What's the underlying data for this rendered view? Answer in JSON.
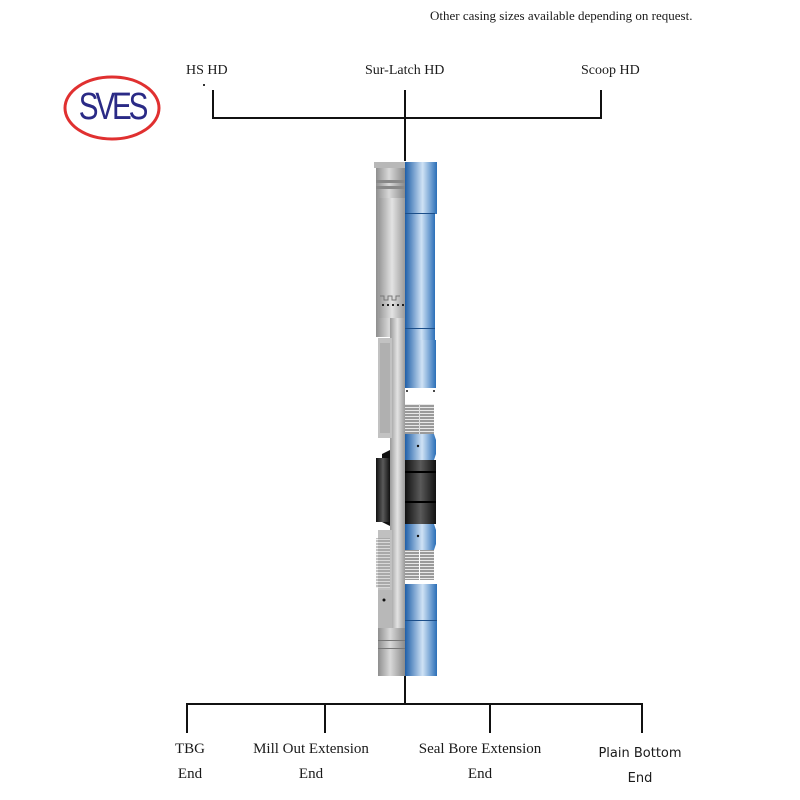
{
  "note": "Other casing sizes available depending on request.",
  "logo": {
    "text": "SVES",
    "ring_color": "#e03030",
    "text_color": "#2a2a86"
  },
  "top_options": [
    {
      "label": "HS HD"
    },
    {
      "label": "Sur-Latch HD"
    },
    {
      "label": "Scoop HD"
    }
  ],
  "bottom_options": [
    {
      "line1": "TBG",
      "line2": "End"
    },
    {
      "line1": "Mill Out Extension",
      "line2": "End"
    },
    {
      "line1": "Seal Bore Extension",
      "line2": "End"
    },
    {
      "line1": "Plain Bottom",
      "line2": "End"
    }
  ],
  "tool": {
    "name": "packer-tool-cross-section",
    "colors": {
      "steel_gray": "#a8a8a8",
      "blue": "#2f78c4",
      "seal_black": "#1a1a1a"
    }
  }
}
